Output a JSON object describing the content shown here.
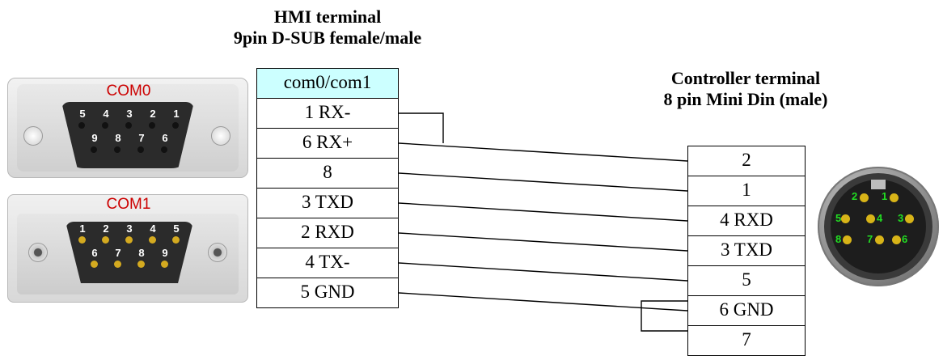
{
  "hmi": {
    "title_line1": "HMI terminal",
    "title_line2": "9pin D-SUB female/male",
    "header_cell": "com0/com1",
    "pins": [
      "1 RX-",
      "6 RX+",
      "8",
      "3 TXD",
      "2 RXD",
      "4 TX-",
      "5 GND"
    ]
  },
  "controller": {
    "title_line1": "Controller terminal",
    "title_line2": "8 pin Mini Din (male)",
    "pins": [
      "2",
      "1",
      "4 RXD",
      "3 TXD",
      "5",
      "6 GND",
      "7"
    ]
  },
  "com0": {
    "label": "COM0",
    "top_pins": [
      "5",
      "4",
      "3",
      "2",
      "1"
    ],
    "bottom_pins": [
      "9",
      "8",
      "7",
      "6"
    ]
  },
  "com1": {
    "label": "COM1",
    "top_pins": [
      "1",
      "2",
      "3",
      "4",
      "5"
    ],
    "bottom_pins": [
      "6",
      "7",
      "8",
      "9"
    ]
  },
  "minidin": {
    "pins": [
      "2",
      "1",
      "5",
      "4",
      "3",
      "8",
      "7",
      "6"
    ]
  },
  "colors": {
    "header_fill": "#ccffff",
    "port_label": "#cc0000",
    "minidin_pin_label": "#22dd22"
  }
}
